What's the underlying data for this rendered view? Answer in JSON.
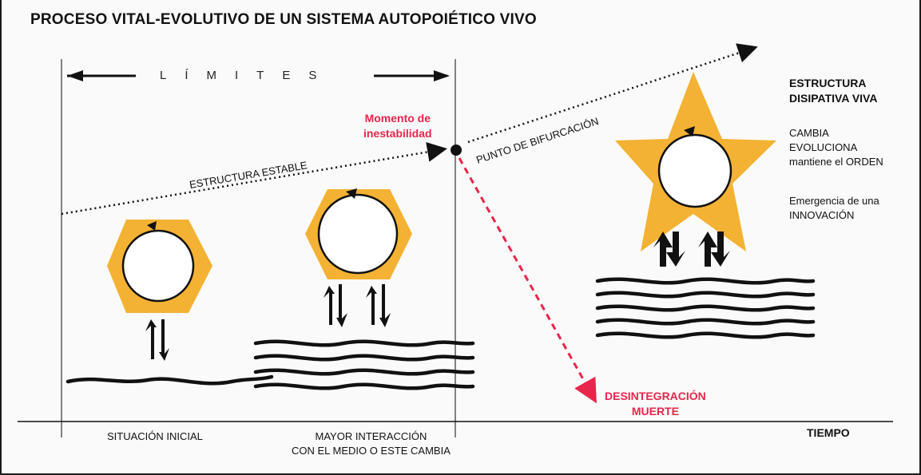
{
  "title": "PROCESO VITAL-EVOLUTIVO DE UN SISTEMA AUTOPOIÉTICO VIVO",
  "limites_label": "LÍMITES",
  "momento": [
    "Momento de",
    "inestabilidad"
  ],
  "estructura_estable": "ESTRUCTURA ESTABLE",
  "punto_bifurcacion": "PUNTO DE BIFURCACIÓN",
  "estructura_disipativa": [
    "ESTRUCTURA",
    "DISIPATIVA VIVA"
  ],
  "cambia_lines": [
    "CAMBIA",
    "EVOLUCIONA",
    "mantiene el ORDEN"
  ],
  "emergencia_lines": [
    "Emergencia de una",
    "INNOVACIÓN"
  ],
  "desintegracion": [
    "DESINTEGRACIÓN",
    "MUERTE"
  ],
  "situacion_inicial": "SITUACIÓN INICIAL",
  "mayor_interaccion": [
    "MAYOR INTERACCIÓN",
    "CON EL MEDIO O ESTE CAMBIA"
  ],
  "tiempo": "TIEMPO",
  "colors": {
    "accent_red": "#e8254a",
    "shape_yellow": "#f3b233",
    "ink": "#111111"
  },
  "icons": [
    "hexagon-cycle-icon",
    "star-cycle-icon",
    "exchange-arrows-icon",
    "wave-icon"
  ]
}
